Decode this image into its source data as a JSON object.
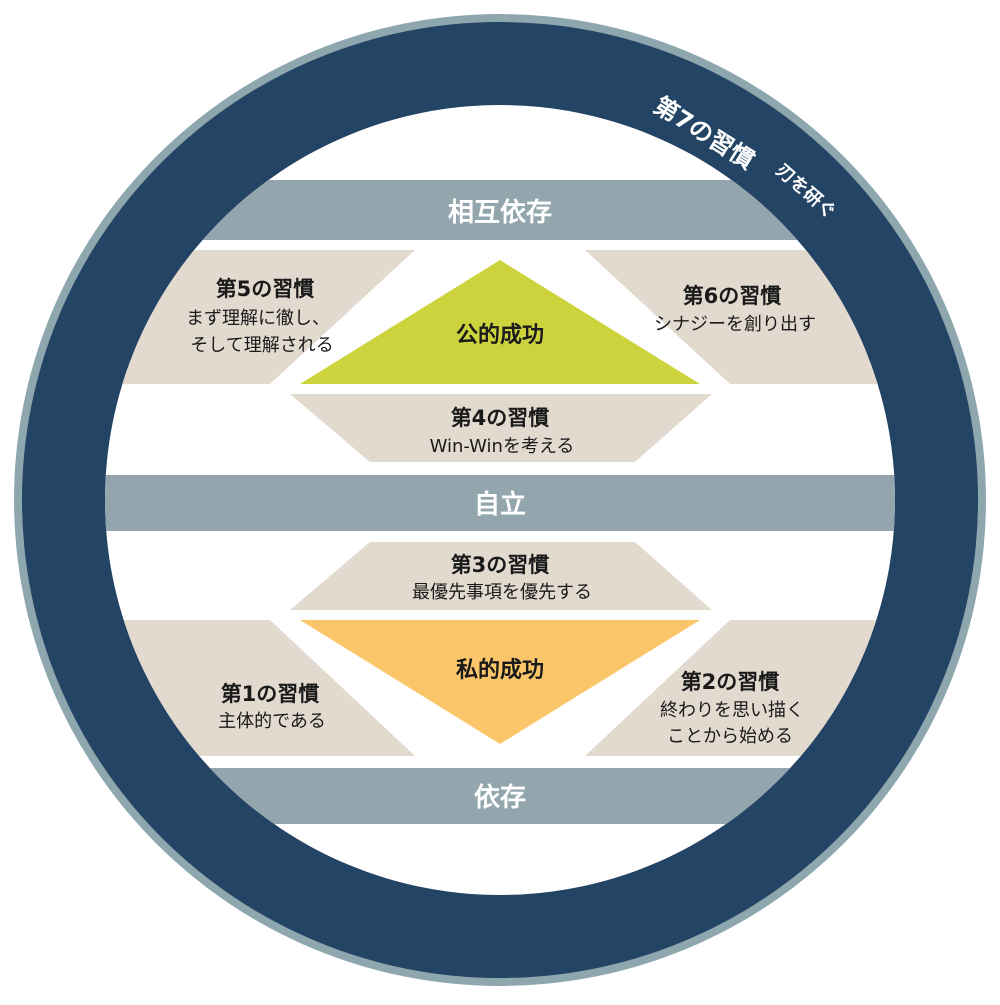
{
  "colors": {
    "ring": "#234465",
    "ring_edge": "#8ea6ae",
    "band": "#93a6ad",
    "beige": "#e2d9cf",
    "public_success": "#cdd33c",
    "private_success": "#fbc66a"
  },
  "ring": {
    "habit7_title": "第7の習慣",
    "habit7_sub": "刃を研ぐ"
  },
  "bands": {
    "interdependence": "相互依存",
    "independence": "自立",
    "dependence": "依存"
  },
  "public_success": {
    "label": "公的成功",
    "habit5": {
      "title": "第5の習慣",
      "line1": "まず理解に徹し、",
      "line2": "そして理解される"
    },
    "habit6": {
      "title": "第6の習慣",
      "line1": "シナジーを創り出す"
    },
    "habit4": {
      "title": "第4の習慣",
      "line1": "Win-Winを考える"
    }
  },
  "private_success": {
    "label": "私的成功",
    "habit3": {
      "title": "第3の習慣",
      "line1": "最優先事項を優先する"
    },
    "habit1": {
      "title": "第1の習慣",
      "line1": "主体的である"
    },
    "habit2": {
      "title": "第2の習慣",
      "line1": "終わりを思い描く",
      "line2": "ことから始める"
    }
  }
}
